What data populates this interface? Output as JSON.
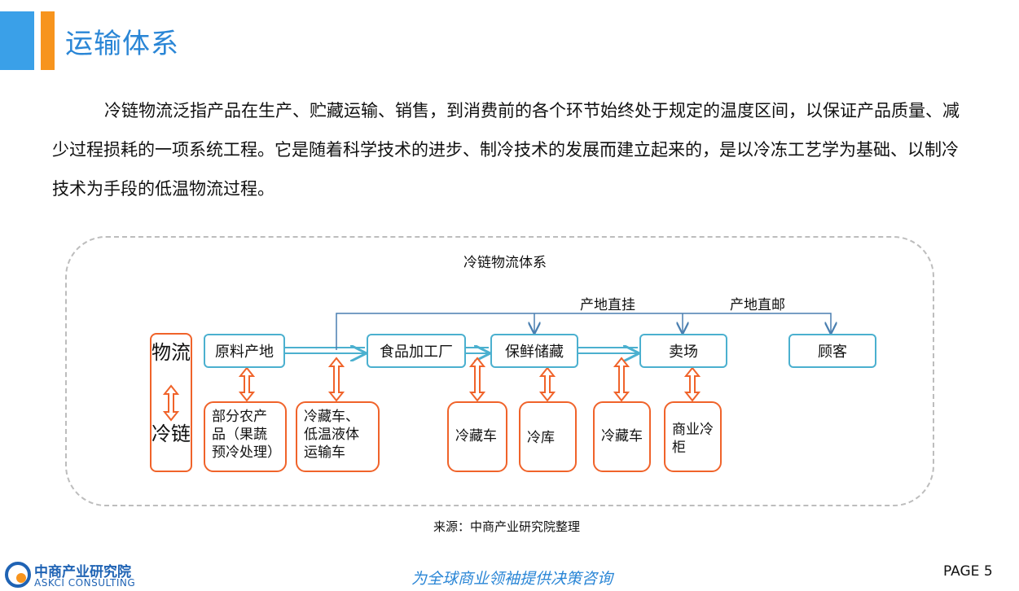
{
  "header": {
    "title": "运输体系"
  },
  "intro": {
    "text": "冷链物流泛指产品在生产、贮藏运输、销售，到消费前的各个环节始终处于规定的温度区间，以保证产品质量、减少过程损耗的一项系统工程。它是随着科学技术的进步、制冷技术的发展而建立起来的，是以冷冻工艺学为基础、以制冷技术为手段的低温物流过程。"
  },
  "diagram": {
    "title": "冷链物流体系",
    "side": {
      "top": "物流",
      "bottom": "冷链"
    },
    "route_labels": {
      "direct_hang": "产地直挂",
      "direct_mail": "产地直邮"
    },
    "chain": [
      "原料产地",
      "食品加工厂",
      "保鲜储藏",
      "卖场",
      "顾客"
    ],
    "support": [
      "部分农产品（果蔬预冷处理）",
      "冷藏车、低温液体运输车",
      "冷藏车",
      "冷库",
      "冷藏车",
      "商业冷柜"
    ]
  },
  "footer": {
    "source": "来源：中商产业研究院整理",
    "logo_cn": "中商产业研究院",
    "logo_en": "ASKCI CONSULTING",
    "slogan": "为全球商业领袖提供决策咨询",
    "page": "PAGE  5"
  },
  "colors": {
    "accent_blue": "#2a86d6",
    "accent_orange": "#f0632a",
    "box_border": "#4bb0cf"
  }
}
